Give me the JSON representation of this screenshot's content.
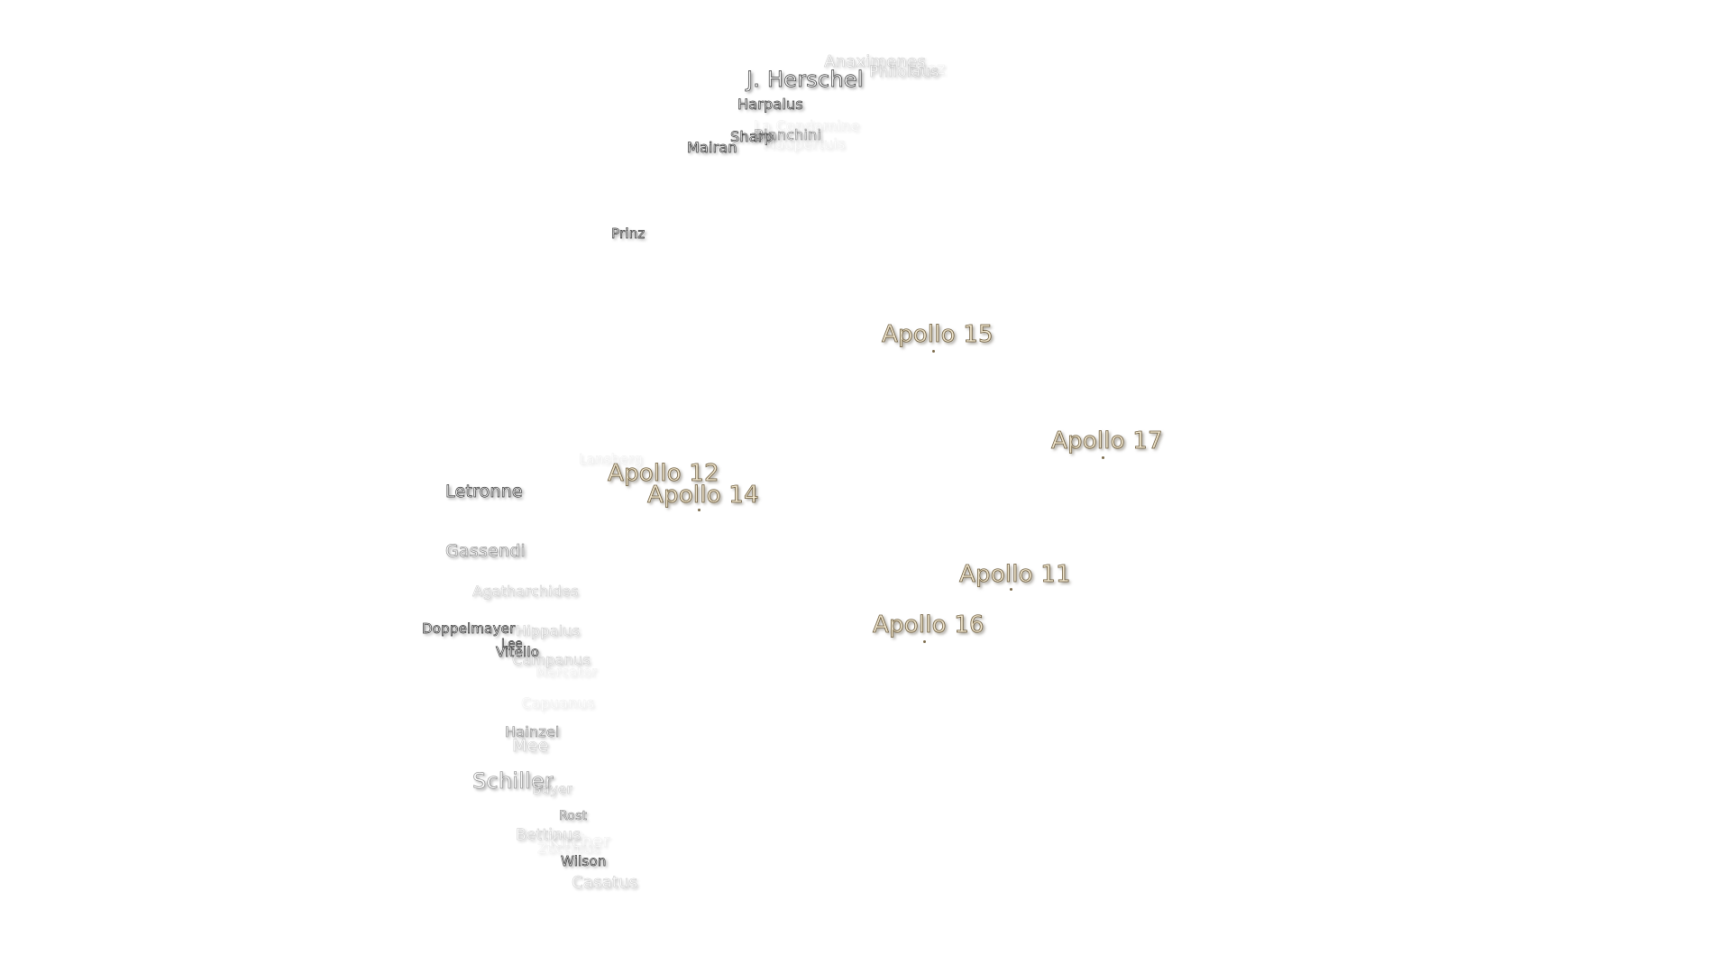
{
  "map": {
    "apollo_sites": [
      {
        "label": "Apollo 15"
      },
      {
        "label": "Apollo 17"
      },
      {
        "label": "Apollo 12"
      },
      {
        "label": "Apollo 14"
      },
      {
        "label": "Apollo 11"
      },
      {
        "label": "Apollo 16"
      }
    ],
    "crater_labels": [
      {
        "label": "Anaximenes"
      },
      {
        "label": "Philolaus"
      },
      {
        "label": "J. Herschel"
      },
      {
        "label": "Harpalus"
      },
      {
        "label": "Bianchini"
      },
      {
        "label": "La Condamine"
      },
      {
        "label": "Sharp"
      },
      {
        "label": "Maupertuis"
      },
      {
        "label": "Mairan"
      },
      {
        "label": "Prinz"
      },
      {
        "label": "Lansberg"
      },
      {
        "label": "Letronne"
      },
      {
        "label": "Gassendi"
      },
      {
        "label": "Agatharchides"
      },
      {
        "label": "Doppelmayer"
      },
      {
        "label": "Hippalus"
      },
      {
        "label": "Lee"
      },
      {
        "label": "Vitello"
      },
      {
        "label": "Campanus"
      },
      {
        "label": "Mercator"
      },
      {
        "label": "Capuanus"
      },
      {
        "label": "Hainzel"
      },
      {
        "label": "Mee"
      },
      {
        "label": "Schiller"
      },
      {
        "label": "Bayer"
      },
      {
        "label": "Rost"
      },
      {
        "label": "Bettinus"
      },
      {
        "label": "Kircher"
      },
      {
        "label": "Zucchius"
      },
      {
        "label": "Wilson"
      },
      {
        "label": "Casatus"
      }
    ]
  }
}
